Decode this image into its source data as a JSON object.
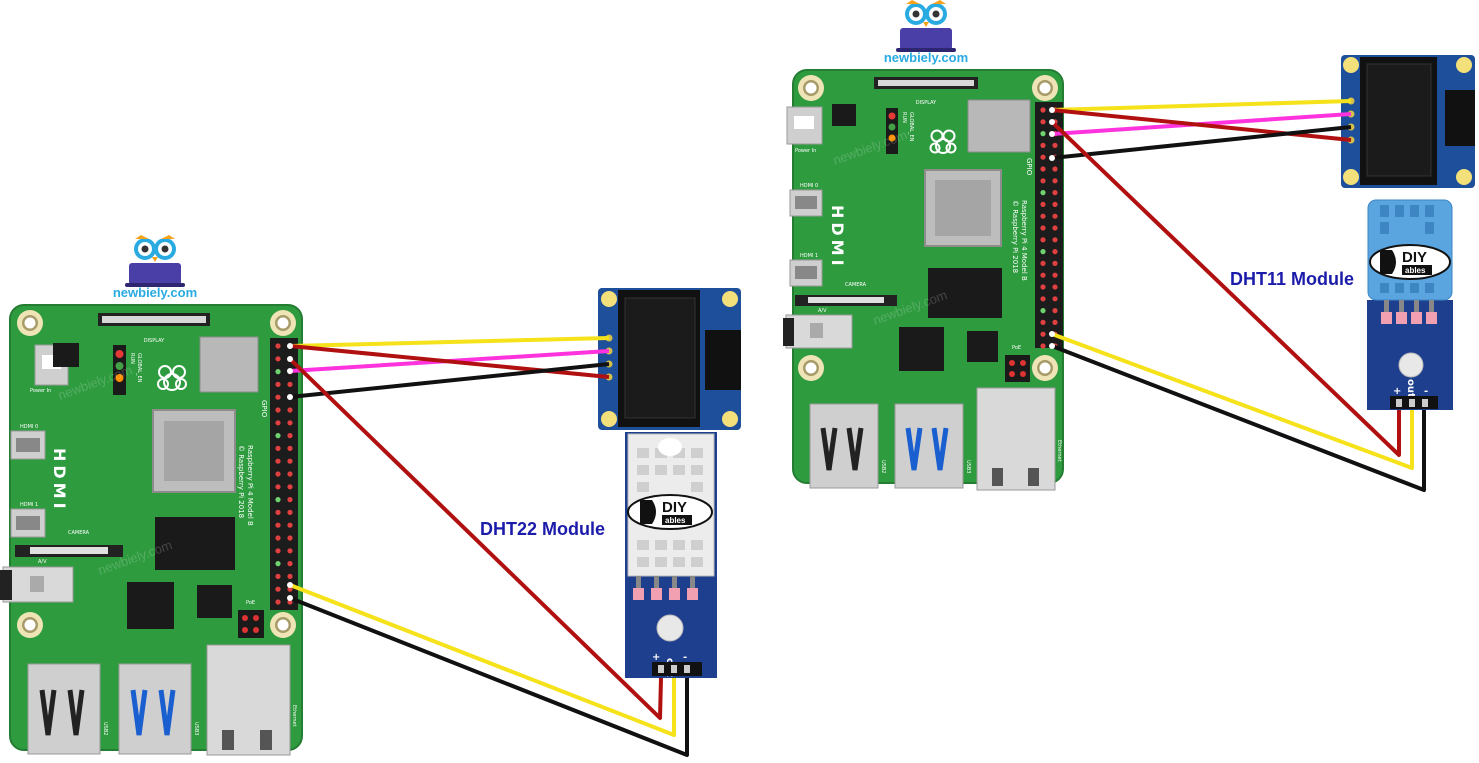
{
  "brand": {
    "name": "newbiely.com"
  },
  "diagrams": [
    {
      "board": {
        "power_label": "Power In",
        "display_label": "DISPLAY",
        "camera_label": "CAMERA",
        "hdmi_label": "HDMI",
        "hdmi0_label": "HDMI 0",
        "hdmi1_label": "HDMI 1",
        "led_labels": [
          "RUN",
          "GLOBAL_EN"
        ],
        "model_line1": "Raspberry Pi 4 Model B",
        "model_line2": "© Raspberry Pi 2018",
        "gpio_label": "GPIO",
        "poe_label": "PoE",
        "usb2_label": "USB2",
        "usb3_label": "USB3",
        "ethernet_label": "Ethernet",
        "av_label": "A/V"
      },
      "sensor": {
        "module_label": "DHT22 Module",
        "logo_text": "DIY",
        "logo_sub": "ables",
        "pins": [
          "+",
          "out",
          "-"
        ]
      }
    },
    {
      "board": {
        "power_label": "Power In",
        "display_label": "DISPLAY",
        "camera_label": "CAMERA",
        "hdmi_label": "HDMI",
        "hdmi0_label": "HDMI 0",
        "hdmi1_label": "HDMI 1",
        "led_labels": [
          "RUN",
          "GLOBAL_EN"
        ],
        "model_line1": "Raspberry Pi 4 Model B",
        "model_line2": "© Raspberry Pi 2018",
        "gpio_label": "GPIO",
        "poe_label": "PoE",
        "usb2_label": "USB2",
        "usb3_label": "USB3",
        "ethernet_label": "Ethernet",
        "av_label": "A/V"
      },
      "sensor": {
        "module_label": "DHT11 Module",
        "logo_text": "DIY",
        "logo_sub": "ables",
        "pins": [
          "+",
          "out",
          "-"
        ]
      }
    }
  ],
  "colors": {
    "pcb_green": "#2e9b3f",
    "pcb_dark": "#237a31",
    "wire_red": "#b01010",
    "wire_yellow": "#f5e21a",
    "wire_magenta": "#ff33dd",
    "wire_black": "#111111",
    "label_blue": "#1c1caa",
    "brand_blue": "#29abe2",
    "sensor_blue": "#1f3f8f",
    "dht11_blue": "#5aa5e0"
  },
  "icons": [
    "owl-logo-icon",
    "raspberry-logo-icon",
    "diyables-logo-icon"
  ]
}
